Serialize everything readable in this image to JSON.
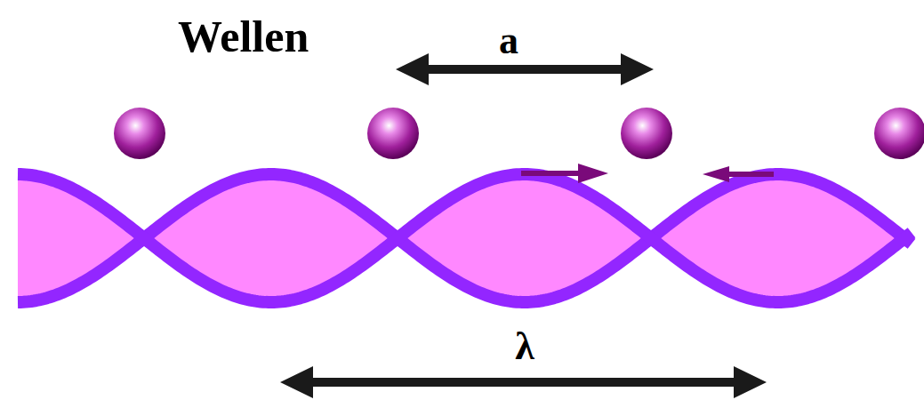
{
  "diagram": {
    "title": "Wellen",
    "labels": [
      "a",
      "λ"
    ]
  }
}
